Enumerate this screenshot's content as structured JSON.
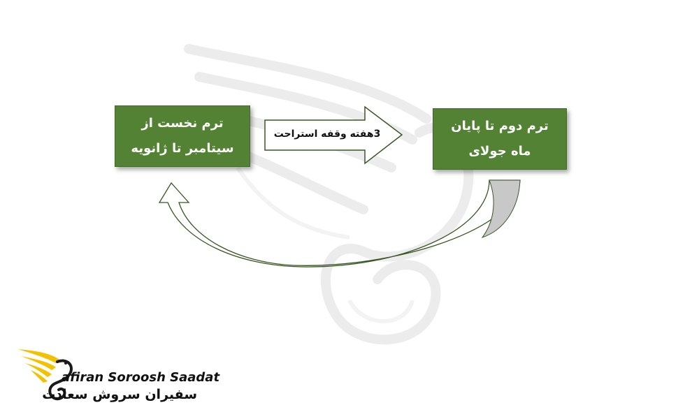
{
  "diagram": {
    "box_left": {
      "line1": "ترم نخست از",
      "line2": "سیتامبر تا ژانویه"
    },
    "box_right": {
      "line1": "ترم دوم تا پایان",
      "line2": "ماه جولای"
    },
    "arrow_label": "3هفته وقفه استراحت",
    "colors": {
      "box_fill": "#548235",
      "box_text": "#ffffff",
      "curve_stroke": "#2f4f1c",
      "curve_fill": "#c8c8c8",
      "logo_accent": "#f2c200"
    }
  },
  "logo": {
    "icon": "gold-bird-logo-icon",
    "english": "afiran Soroosh Saadat",
    "persian": "سفیران سروش سعادت"
  }
}
